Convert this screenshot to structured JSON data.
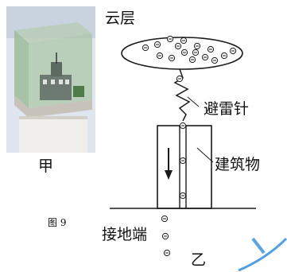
{
  "labels": {
    "panel_a": "甲",
    "panel_b": "乙",
    "figure": "图 9",
    "cloud": "云层",
    "rod": "避雷针",
    "building": "建筑物",
    "ground_terminal": "接地端"
  },
  "charge": {
    "symbol": "−",
    "cloud_count": 16,
    "path_count": 7
  },
  "colors": {
    "ink": "#1a1a1a",
    "watermark": "#2f8fe0",
    "photo_bg": "#d8e0ec",
    "glass": "#8fae8a"
  }
}
